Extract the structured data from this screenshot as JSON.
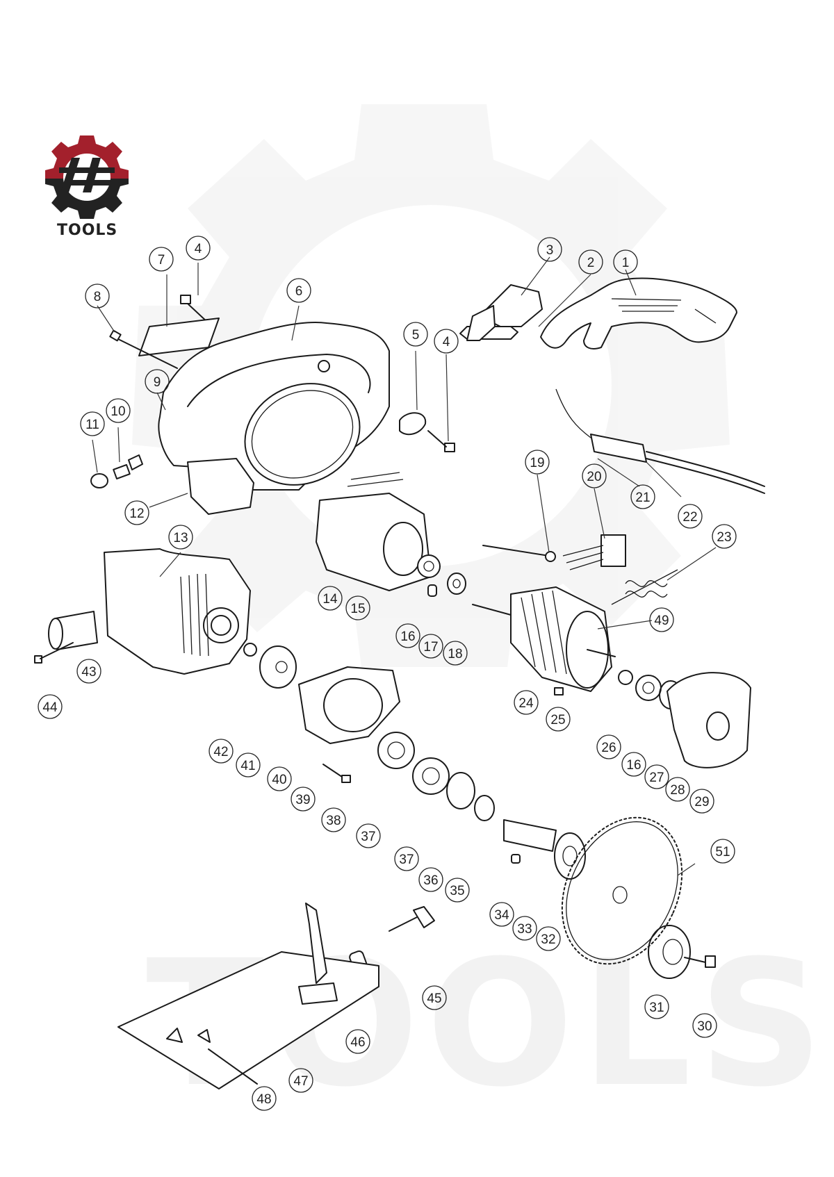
{
  "brand": {
    "text": "TOOLS",
    "colors": {
      "red": "#a3202c",
      "dark": "#222222"
    }
  },
  "watermark": {
    "text": "TOOLS"
  },
  "part_numbers": [
    "1",
    "2",
    "3",
    "4",
    "5",
    "6",
    "7",
    "8",
    "9",
    "10",
    "11",
    "12",
    "13",
    "14",
    "15",
    "16",
    "17",
    "18",
    "19",
    "20",
    "21",
    "22",
    "23",
    "24",
    "25",
    "26",
    "27",
    "28",
    "29",
    "30",
    "31",
    "32",
    "33",
    "34",
    "35",
    "36",
    "37",
    "38",
    "39",
    "40",
    "41",
    "42",
    "43",
    "44",
    "45",
    "46",
    "47",
    "48",
    "49",
    "51"
  ],
  "callouts": [
    {
      "id": "c1",
      "label": "1"
    },
    {
      "id": "c2",
      "label": "2"
    },
    {
      "id": "c3",
      "label": "3"
    },
    {
      "id": "c4a",
      "label": "4"
    },
    {
      "id": "c4b",
      "label": "4"
    },
    {
      "id": "c5",
      "label": "5"
    },
    {
      "id": "c6",
      "label": "6"
    },
    {
      "id": "c7",
      "label": "7"
    },
    {
      "id": "c8",
      "label": "8"
    },
    {
      "id": "c9",
      "label": "9"
    },
    {
      "id": "c10",
      "label": "10"
    },
    {
      "id": "c11",
      "label": "11"
    },
    {
      "id": "c12",
      "label": "12"
    },
    {
      "id": "c13",
      "label": "13"
    },
    {
      "id": "c14",
      "label": "14"
    },
    {
      "id": "c15",
      "label": "15"
    },
    {
      "id": "c16a",
      "label": "16"
    },
    {
      "id": "c16b",
      "label": "16"
    },
    {
      "id": "c17",
      "label": "17"
    },
    {
      "id": "c18",
      "label": "18"
    },
    {
      "id": "c19",
      "label": "19"
    },
    {
      "id": "c20",
      "label": "20"
    },
    {
      "id": "c21",
      "label": "21"
    },
    {
      "id": "c22",
      "label": "22"
    },
    {
      "id": "c23",
      "label": "23"
    },
    {
      "id": "c24",
      "label": "24"
    },
    {
      "id": "c25",
      "label": "25"
    },
    {
      "id": "c26",
      "label": "26"
    },
    {
      "id": "c27",
      "label": "27"
    },
    {
      "id": "c28",
      "label": "28"
    },
    {
      "id": "c29",
      "label": "29"
    },
    {
      "id": "c30",
      "label": "30"
    },
    {
      "id": "c31",
      "label": "31"
    },
    {
      "id": "c32",
      "label": "32"
    },
    {
      "id": "c33",
      "label": "33"
    },
    {
      "id": "c34",
      "label": "34"
    },
    {
      "id": "c35",
      "label": "35"
    },
    {
      "id": "c36",
      "label": "36"
    },
    {
      "id": "c37a",
      "label": "37"
    },
    {
      "id": "c37b",
      "label": "37"
    },
    {
      "id": "c38",
      "label": "38"
    },
    {
      "id": "c39",
      "label": "39"
    },
    {
      "id": "c40",
      "label": "40"
    },
    {
      "id": "c41",
      "label": "41"
    },
    {
      "id": "c42",
      "label": "42"
    },
    {
      "id": "c43",
      "label": "43"
    },
    {
      "id": "c44",
      "label": "44"
    },
    {
      "id": "c45",
      "label": "45"
    },
    {
      "id": "c46",
      "label": "46"
    },
    {
      "id": "c47",
      "label": "47"
    },
    {
      "id": "c48",
      "label": "48"
    },
    {
      "id": "c49",
      "label": "49"
    },
    {
      "id": "c51",
      "label": "51"
    }
  ]
}
